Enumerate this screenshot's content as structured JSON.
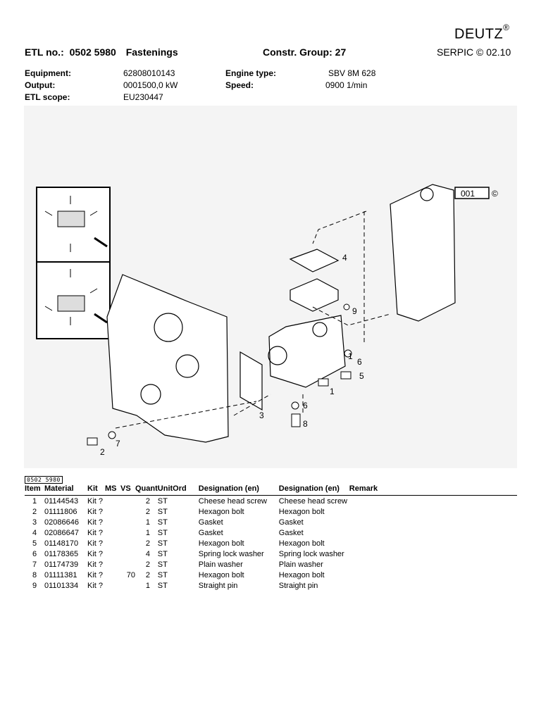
{
  "header": {
    "brand": "DEUTZ",
    "brand_mark": "®",
    "serpic": "SERPIC © 02.10",
    "etl_label": "ETL no.:",
    "etl_number": "0502 5980",
    "etl_title": "Fastenings",
    "constr_group": "Constr. Group:  27"
  },
  "meta": {
    "equipment_label": "Equipment:",
    "equipment_value": "62808010143",
    "output_label": "Output:",
    "output_value": "0001500,0 kW",
    "scope_label": "ETL scope:",
    "scope_value": "EU230447",
    "engine_label": "Engine type:",
    "engine_value": "SBV 8M 628",
    "speed_label": "Speed:",
    "speed_value": "0900 1/min"
  },
  "drawing": {
    "ref_box": "001",
    "ref_symbol": "©",
    "callouts": [
      "1",
      "1",
      "2",
      "3",
      "4",
      "5",
      "6",
      "6",
      "7",
      "8",
      "9"
    ]
  },
  "table": {
    "tag": "0502 5980",
    "headers": [
      "Item",
      "Material",
      "Kit",
      "MS",
      "VS",
      "Quant",
      "UnitOrd",
      "Designation (en)",
      "Designation (en)",
      "Remark"
    ],
    "rows": [
      [
        "1",
        "01144543",
        "Kit ?",
        "",
        "",
        "2",
        "ST",
        "Cheese head screw",
        "Cheese head screw",
        ""
      ],
      [
        "2",
        "01111806",
        "Kit ?",
        "",
        "",
        "2",
        "ST",
        "Hexagon bolt",
        "Hexagon bolt",
        ""
      ],
      [
        "3",
        "02086646",
        "Kit ?",
        "",
        "",
        "1",
        "ST",
        "Gasket",
        "Gasket",
        ""
      ],
      [
        "4",
        "02086647",
        "Kit ?",
        "",
        "",
        "1",
        "ST",
        "Gasket",
        "Gasket",
        ""
      ],
      [
        "5",
        "01148170",
        "Kit ?",
        "",
        "",
        "2",
        "ST",
        "Hexagon bolt",
        "Hexagon bolt",
        ""
      ],
      [
        "6",
        "01178365",
        "Kit ?",
        "",
        "",
        "4",
        "ST",
        "Spring lock washer",
        "Spring lock washer",
        ""
      ],
      [
        "7",
        "01174739",
        "Kit ?",
        "",
        "",
        "2",
        "ST",
        "Plain washer",
        "Plain washer",
        ""
      ],
      [
        "8",
        "01111381",
        "Kit ?",
        "",
        "70",
        "2",
        "ST",
        "Hexagon bolt",
        "Hexagon bolt",
        ""
      ],
      [
        "9",
        "01101334",
        "Kit ?",
        "",
        "",
        "1",
        "ST",
        "Straight pin",
        "Straight pin",
        ""
      ]
    ]
  }
}
